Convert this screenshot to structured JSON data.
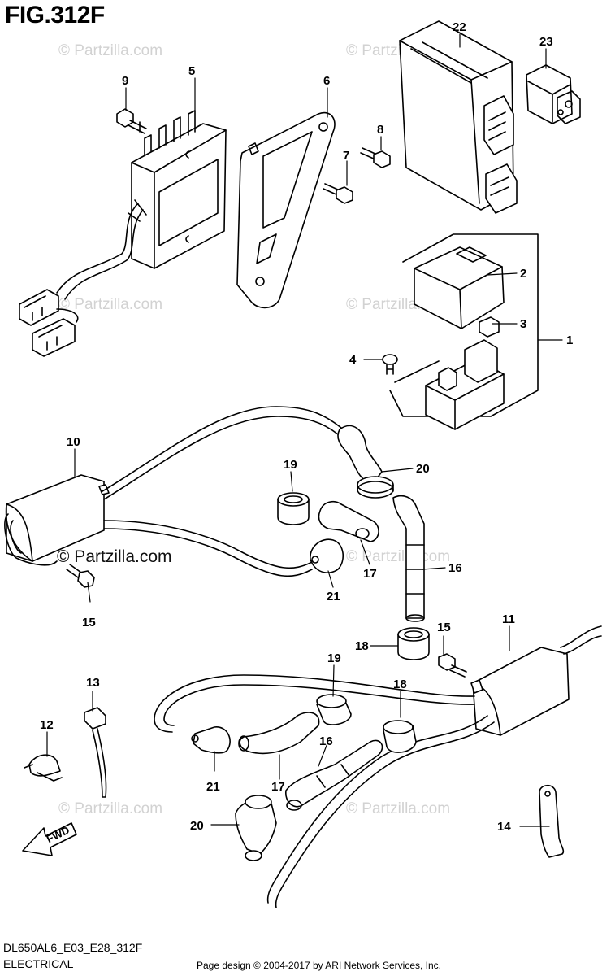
{
  "figure": {
    "title": "FIG.312F",
    "model_code": "DL650AL6_E03_E28_312F",
    "section": "ELECTRICAL",
    "credit": "Page design © 2004-2017 by ARI Network Services, Inc."
  },
  "watermarks": {
    "faint": "© Partzilla.com",
    "bold": "© Partzilla.com"
  },
  "direction_arrow": "FWD",
  "callouts": {
    "n1": "1",
    "n2": "2",
    "n3": "3",
    "n4": "4",
    "n5": "5",
    "n6": "6",
    "n7": "7",
    "n8": "8",
    "n9": "9",
    "n10": "10",
    "n11": "11",
    "n12": "12",
    "n13": "13",
    "n14": "14",
    "n15a": "15",
    "n15b": "15",
    "n16a": "16",
    "n16b": "16",
    "n17a": "17",
    "n17b": "17",
    "n18a": "18",
    "n18b": "18",
    "n19a": "19",
    "n19b": "19",
    "n20a": "20",
    "n20b": "20",
    "n21a": "21",
    "n21b": "21",
    "n22": "22",
    "n23": "23"
  },
  "colors": {
    "line": "#000000",
    "watermark": "#d2d2d2"
  }
}
